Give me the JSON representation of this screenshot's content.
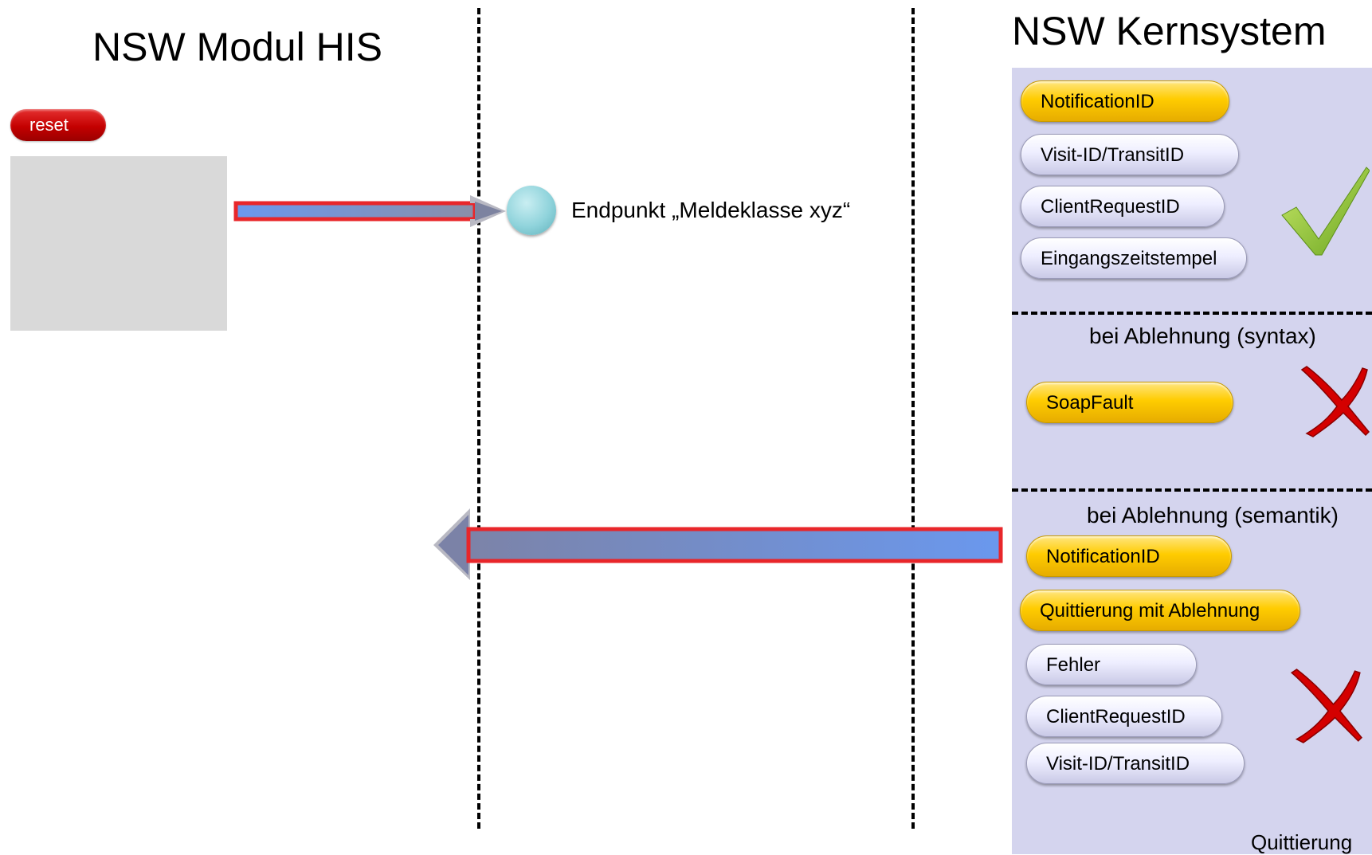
{
  "left_title": "NSW Modul HIS",
  "right_title": "NSW Kernsystem",
  "reset_label": "reset",
  "endpoint_label": "Endpunkt „Meldeklasse xyz“",
  "success_section": {
    "items": [
      {
        "label": "NotificationID",
        "style": "yellow"
      },
      {
        "label": "Visit-ID/TransitID",
        "style": "lavender"
      },
      {
        "label": "ClientRequestID",
        "style": "lavender"
      },
      {
        "label": "Eingangszeitstempel",
        "style": "lavender"
      }
    ],
    "status_icon": "checkmark-icon"
  },
  "syntax_section": {
    "heading": "bei Ablehnung  (syntax)",
    "items": [
      {
        "label": "SoapFault",
        "style": "yellow"
      }
    ],
    "status_icon": "red-x-icon"
  },
  "semantic_section": {
    "heading": "bei Ablehnung  (semantik)",
    "items": [
      {
        "label": "NotificationID",
        "style": "yellow"
      },
      {
        "label": "Quittierung mit Ablehnung",
        "style": "yellow"
      },
      {
        "label": "Fehler",
        "style": "lavender"
      },
      {
        "label": "ClientRequestID",
        "style": "lavender"
      },
      {
        "label": "Visit-ID/TransitID",
        "style": "lavender"
      }
    ],
    "status_icon": "red-x-icon"
  },
  "footer_label": "Quittierung",
  "colors": {
    "panel": "#d4d4ee",
    "yellow_pill": "#ffcc00",
    "lavender_pill": "#eeeeff",
    "arrow_outline": "#e8262a",
    "arrow_fill": "#6a98ee",
    "check": "#8cc63f",
    "cross": "#d40000"
  }
}
